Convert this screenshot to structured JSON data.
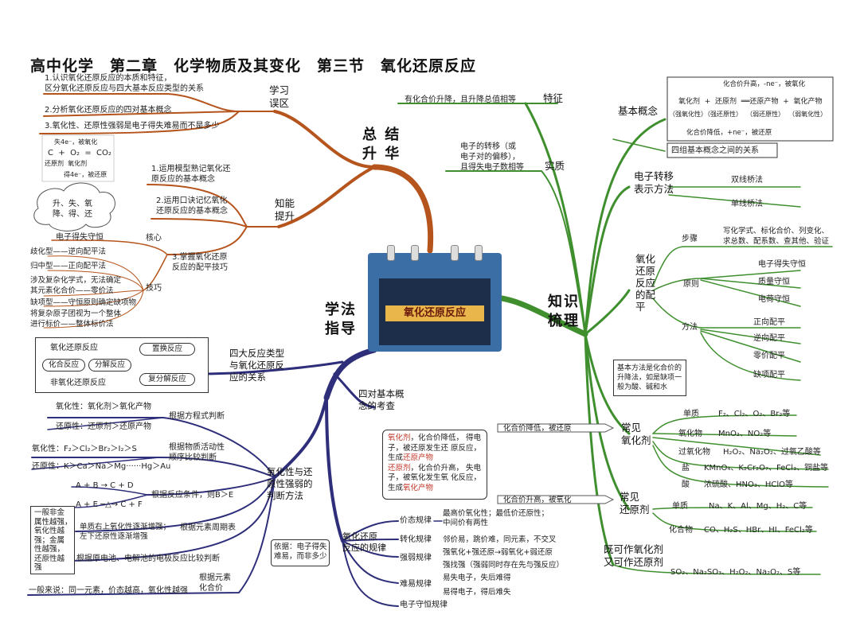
{
  "title": "高中化学　第二章　化学物质及其变化　第三节　氧化还原反应",
  "center_label": "氧化还原反应",
  "colors": {
    "summary": "#b5541c",
    "method": "#2e2e7a",
    "knowledge": "#3f8f2f"
  },
  "summary": {
    "title": "总 结\n升 华",
    "mistakes": {
      "label": "学习\n误区",
      "items": [
        "1.认识氧化还原反应的本质和特征，\n区分氧化还原反应与四大基本反应类型的关系",
        "2.分析氧化还原反应的四对基本概念",
        "3.氧化性、还原性强弱是电子得失难易而不是多少"
      ]
    },
    "skills": {
      "label": "知能\n提升",
      "items": [
        "1.运用模型熟记氧化还\n原反应的基本概念",
        "2.运用口诀记忆氧化\n还原反应的基本概念",
        "3.掌握氧化还原\n反应的配平技巧"
      ],
      "equation": {
        "top": "失4e⁻，被氧化",
        "eq": "C  +  O₂  =  CO₂",
        "sub": "还原剂  氧化剂",
        "bottom": "得4e⁻，被还原"
      },
      "cloud": "升、失、氧\n降、得、还",
      "core_label": "核心",
      "core_item": "电子得失守恒",
      "tips_label": "技巧",
      "tips": [
        "歧化型——逆向配平法",
        "归中型——正向配平法",
        "涉及复杂化学式，无法确定\n其元素化合价——零价法",
        "缺项型——守恒原则确定缺项物",
        "将复杂原子团视为一个整体\n进行标价——整体标价法"
      ]
    }
  },
  "method": {
    "title": "学法\n指导",
    "four_types": {
      "label": "四大反应类型\n与氧化还原反\n应的关系",
      "diagram": [
        "氧化还原反应",
        "化合反应",
        "分解反应",
        "置换反应",
        "复分解反应",
        "非氧化还原反应"
      ]
    },
    "four_pairs": {
      "label": "四对基本概\n念的考查",
      "box": [
        "氧化剂",
        "，化合价降低，\n得电子，被还原发生还\n原反应，生成",
        "还原产物",
        "还原剂",
        "，化合价升高，\n失电子，被氧化发生氧\n化反应，生成",
        "氧化产物"
      ]
    },
    "strength": {
      "label": "氧化性与还\n原性强弱的\n判断方法",
      "by_equation": {
        "label": "根据方程式判断",
        "items": [
          "氧化性：氧化剂＞氧化产物",
          "还原性：还原剂＞还原产物"
        ]
      },
      "by_activity": {
        "label": "根据物质活动性\n顺序比较判断",
        "items": [
          "氧化性：F₂＞Cl₂＞Br₂＞I₂＞S",
          "还原性：K＞Ca＞Na＞Mg······Hg＞Au"
        ]
      },
      "by_condition": {
        "label": "根据反应条件，则B＞E",
        "items": [
          "A + B → C + D",
          "A + E ─△→ C + F"
        ]
      },
      "by_period": {
        "label": "根据元素周期表",
        "item": "单质右上氧化性逐渐增强；\n左下还原性逐渐增强",
        "side": "一般非金\n属性越强，\n氧化性越\n强；金属\n性越强，\n还原性越\n强"
      },
      "by_cell": "根据原电池、电解池的电极反应比较判断",
      "by_valence": {
        "label": "根据元素\n化合价",
        "item": "一般来说：同一元素，价态越高，氧化性越强"
      },
      "note": "依据：电子得失\n难易，而非多少"
    },
    "rules": {
      "label": "氧化还原\n反应的规律",
      "items": [
        {
          "name": "价态规律",
          "desc": "最高价氧化性；最低价还原性；\n中间价有两性"
        },
        {
          "name": "转化规律",
          "desc": "邻价易，跳价难，同元素，不交叉"
        },
        {
          "name": "强弱规律",
          "desc": "强氧化+强还原→弱氧化+弱还原"
        },
        {
          "name": "",
          "desc": "强找强（强弱同时存在先与强反应）"
        },
        {
          "name": "难易规律",
          "desc": "易失电子，失后难得"
        },
        {
          "name": "",
          "desc": "易得电子，得后难失"
        },
        {
          "name": "电子守恒规律",
          "desc": ""
        }
      ]
    }
  },
  "knowledge": {
    "title": "知识\n梳理",
    "feature": {
      "label": "特征",
      "item": "有化合价升降，且升降总值相等"
    },
    "essence": {
      "label": "实质",
      "item": "电子的转移（或\n电子对的偏移），\n且得失电子数相等"
    },
    "concepts": {
      "label": "基本概念",
      "top": "化合价升高，-ne⁻，被氧化",
      "eq": "氧化剂  +  还原剂  ══还原产物  +  氧化产物",
      "roles": "（强氧化性）（强还原性）  （弱还原性）  （弱氧化性）",
      "bottom": "化合价降低，+ne⁻，被还原",
      "pairs": "四组基本概念之间的关系"
    },
    "transfer": {
      "label": "电子转移\n表示方法",
      "items": [
        "双线桥法",
        "单线桥法"
      ]
    },
    "balancing": {
      "label": "氧化\n还原\n反应\n的配\n平",
      "steps_label": "步骤",
      "steps": "写化学式、标化合价、列变化、\n求总数、配系数、查其他、验证",
      "principle_label": "原则",
      "principles": [
        "电子得失守恒",
        "质量守恒",
        "电荷守恒"
      ],
      "method_label": "方法",
      "methods": [
        "正向配平",
        "逆向配平",
        "零价配平",
        "缺项配平"
      ],
      "note": "基本方法是化合价的\n升降法，如是缺项一\n般为酸、碱和水"
    },
    "oxidants": {
      "label": "常见\n氧化剂",
      "arrow": "化合价降低，被还原",
      "items": [
        {
          "cat": "单质",
          "v": "F₂、Cl₂、O₂、Br₂等"
        },
        {
          "cat": "氧化物",
          "v": "MnO₂、NO₂等"
        },
        {
          "cat": "过氧化物",
          "v": "H₂O₂、Na₂O₂、过氧乙酸等"
        },
        {
          "cat": "盐",
          "v": "KMnO₄、K₂Cr₂O₇、FeCl₃、铜盐等"
        },
        {
          "cat": "酸",
          "v": "浓硫酸、HNO₃、HClO等"
        }
      ]
    },
    "reductants": {
      "label": "常见\n还原剂",
      "arrow": "化合价升高，被氧化",
      "items": [
        {
          "cat": "单质",
          "v": "Na、K、Al、Mg、H₂、C等"
        },
        {
          "cat": "化合物",
          "v": "CO、H₂S、HBr、HI、FeCl₂等"
        }
      ]
    },
    "both": {
      "label": "既可作氧化剂\n又可作还原剂",
      "v": "SO₂、Na₂SO₃、H₂O₂、Na₂O₂、S等"
    }
  }
}
